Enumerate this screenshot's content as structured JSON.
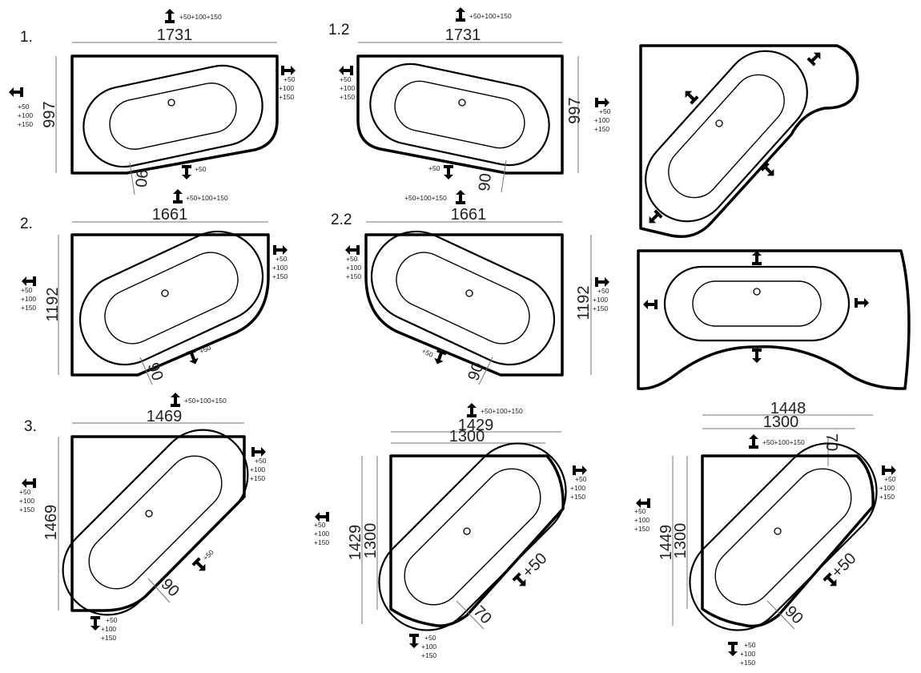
{
  "p1": {
    "label": "1.",
    "width": "1731",
    "height": "997",
    "side": "90",
    "adj_top": "+50+100+150",
    "adj_left": [
      "+50",
      "+100",
      "+150"
    ],
    "adj_right": [
      "+50",
      "+100",
      "+150"
    ],
    "adj_front": "+50"
  },
  "p12": {
    "label": "1.2",
    "width": "1731",
    "height": "997",
    "side": "90",
    "adj_top": "+50+100+150",
    "adj_left": [
      "+50",
      "+100",
      "+150"
    ],
    "adj_right": [
      "+50",
      "+100",
      "+150"
    ],
    "adj_front": "+50"
  },
  "p2": {
    "label": "2.",
    "width": "1661",
    "height": "1192",
    "side": "90",
    "adj_top": "+50+100+150",
    "adj_left": [
      "+50",
      "+100",
      "+150"
    ],
    "adj_right": [
      "+50",
      "+100",
      "+150"
    ],
    "adj_front": "+50"
  },
  "p22": {
    "label": "2.2",
    "width": "1661",
    "height": "1192",
    "side": "90",
    "adj_top": "+50+100+150",
    "adj_left": [
      "+50",
      "+100",
      "+150"
    ],
    "adj_right": [
      "+50",
      "+100",
      "+150"
    ],
    "adj_front": "+50"
  },
  "p3": {
    "label": "3.",
    "width": "1469",
    "height": "1469",
    "side": "90",
    "adj_top": "+50+100+150",
    "adj_left": [
      "+50",
      "+100",
      "+150"
    ],
    "adj_right": [
      "+50",
      "+100",
      "+150"
    ],
    "adj_front": "+50",
    "adj_bottom": [
      "+50",
      "+100",
      "+150"
    ]
  },
  "p4": {
    "width_outer": "1429",
    "width_inner": "1300",
    "height_outer": "1429",
    "height_inner": "1300",
    "side": "70",
    "adj_top": "+50+100+150",
    "adj_left": [
      "+50",
      "+100",
      "+150"
    ],
    "adj_right": [
      "+50",
      "+100",
      "+150"
    ],
    "adj_front": "+50",
    "adj_bottom": [
      "+50",
      "+100",
      "+150"
    ]
  },
  "p5": {
    "width_outer": "1448",
    "width_inner": "1300",
    "height_outer": "1449",
    "height_inner": "1300",
    "side_top": "70",
    "side": "90",
    "adj_top": "+50+100+150",
    "adj_left": [
      "+50",
      "+100",
      "+150"
    ],
    "adj_right": [
      "+50",
      "+100",
      "+150"
    ],
    "adj_front": "+50",
    "adj_bottom": [
      "+50",
      "+100",
      "+150"
    ]
  }
}
